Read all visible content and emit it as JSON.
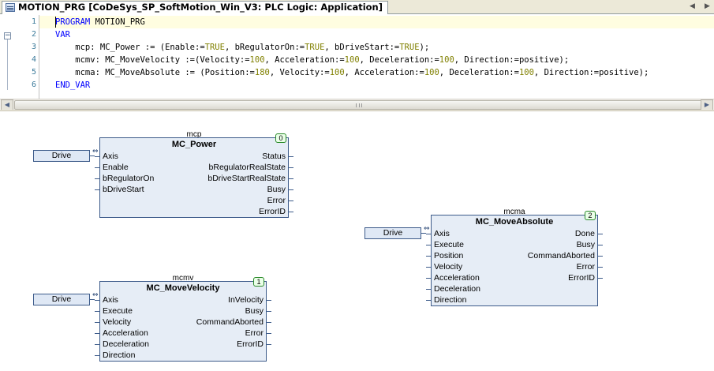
{
  "tab": {
    "title": "MOTION_PRG [CoDeSys_SP_SoftMotion_Win_V3: PLC Logic: Application]"
  },
  "declaration": {
    "line_numbers": [
      "1",
      "2",
      "3",
      "4",
      "5",
      "6"
    ],
    "lines": [
      [
        {
          "t": "PROGRAM",
          "k": "kw"
        },
        {
          "t": " MOTION_PRG"
        }
      ],
      [
        {
          "t": "VAR",
          "k": "kw"
        }
      ],
      [
        {
          "t": "    mcp: MC_Power := (Enable:="
        },
        {
          "t": "TRUE",
          "k": "num"
        },
        {
          "t": ", bRegulatorOn:="
        },
        {
          "t": "TRUE",
          "k": "num"
        },
        {
          "t": ", bDriveStart:="
        },
        {
          "t": "TRUE",
          "k": "num"
        },
        {
          "t": ");"
        }
      ],
      [
        {
          "t": "    mcmv: MC_MoveVelocity :=(Velocity:="
        },
        {
          "t": "100",
          "k": "num"
        },
        {
          "t": ", Acceleration:="
        },
        {
          "t": "100",
          "k": "num"
        },
        {
          "t": ", Deceleration:="
        },
        {
          "t": "100",
          "k": "num"
        },
        {
          "t": ", Direction:=positive);"
        }
      ],
      [
        {
          "t": "    mcma: MC_MoveAbsolute := (Position:="
        },
        {
          "t": "180",
          "k": "num"
        },
        {
          "t": ", Velocity:="
        },
        {
          "t": "100",
          "k": "num"
        },
        {
          "t": ", Acceleration:="
        },
        {
          "t": "100",
          "k": "num"
        },
        {
          "t": ", Deceleration:="
        },
        {
          "t": "100",
          "k": "num"
        },
        {
          "t": ", Direction:=positive);"
        }
      ],
      [
        {
          "t": "END_VAR",
          "k": "kw"
        }
      ]
    ]
  },
  "blocks": {
    "mcp": {
      "instance": "mcp",
      "type": "MC_Power",
      "order": "0",
      "axis_input": "Drive",
      "inputs": [
        "Axis",
        "Enable",
        "bRegulatorOn",
        "bDriveStart"
      ],
      "outputs": [
        "Status",
        "bRegulatorRealState",
        "bDriveStartRealState",
        "Busy",
        "Error",
        "ErrorID"
      ]
    },
    "mcmv": {
      "instance": "mcmv",
      "type": "MC_MoveVelocity",
      "order": "1",
      "axis_input": "Drive",
      "inputs": [
        "Axis",
        "Execute",
        "Velocity",
        "Acceleration",
        "Deceleration",
        "Direction"
      ],
      "outputs": [
        "InVelocity",
        "Busy",
        "CommandAborted",
        "Error",
        "ErrorID"
      ]
    },
    "mcma": {
      "instance": "mcma",
      "type": "MC_MoveAbsolute",
      "order": "2",
      "axis_input": "Drive",
      "inputs": [
        "Axis",
        "Execute",
        "Position",
        "Velocity",
        "Acceleration",
        "Deceleration",
        "Direction"
      ],
      "outputs": [
        "Done",
        "Busy",
        "CommandAborted",
        "Error",
        "ErrorID"
      ]
    }
  },
  "colors": {
    "keyword": "#0000ff",
    "literal": "#808000",
    "block_fill": "#e6edf6",
    "block_border": "#3d5b8a",
    "order_badge": "#2a8a2a"
  },
  "icons": [
    "editor-tab-icon",
    "fold-minus-icon",
    "tab-prev-icon",
    "tab-next-icon",
    "scroll-left-icon",
    "scroll-right-icon",
    "bidirectional-arrow-icon"
  ]
}
